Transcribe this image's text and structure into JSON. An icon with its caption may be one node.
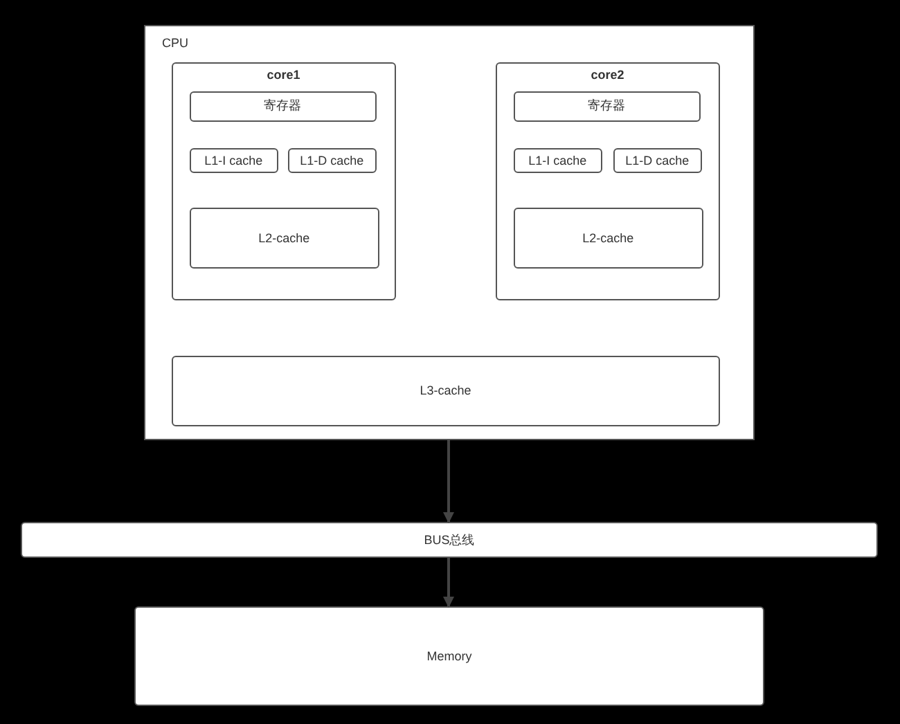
{
  "diagram": {
    "nodes": [
      {
        "text": [
          "CPU"
        ]
      },
      {
        "text": [
          "core1"
        ],
        "in": 0
      },
      {
        "text": [
          "寄存器"
        ],
        "in": 1
      },
      {
        "text": [
          "L1-I cache"
        ],
        "in": 1
      },
      {
        "text": [
          "L1-D cache"
        ],
        "in": 1
      },
      {
        "text": [
          "L2-cache"
        ],
        "in": 1
      },
      {
        "text": [
          "core2"
        ],
        "in": 0
      },
      {
        "text": [
          "寄存器"
        ],
        "in": 6
      },
      {
        "text": [
          "L1-I cache"
        ],
        "in": 6
      },
      {
        "text": [
          "L1-D cache"
        ],
        "in": 6
      },
      {
        "text": [
          "L2-cache"
        ],
        "in": 6
      },
      {
        "text": [
          "L3-cache"
        ],
        "in": 0
      },
      {
        "text": [
          "BUS总线"
        ]
      },
      {
        "text": [
          "Memory"
        ]
      }
    ],
    "edges": [
      {
        "from": 0,
        "to": 12,
        "arrow": "to"
      },
      {
        "from": 12,
        "to": 13,
        "arrow": "to"
      }
    ]
  }
}
